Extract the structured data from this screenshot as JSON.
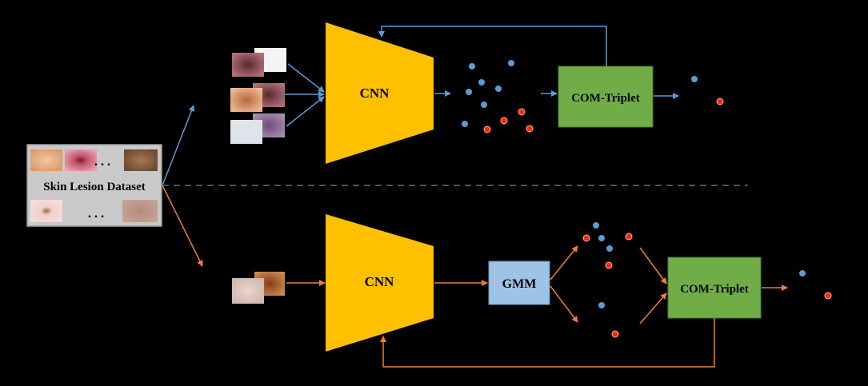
{
  "dataset": {
    "title": "Skin Lesion Dataset",
    "ellipsis_top": ". . .",
    "ellipsis_bottom": ". . ."
  },
  "top_branch": {
    "cnn_label": "CNN",
    "loss_label": "COM-Triplet"
  },
  "bottom_branch": {
    "cnn_label": "CNN",
    "cluster_label": "GMM",
    "loss_label": "COM-Triplet"
  },
  "colors": {
    "background": "#000000",
    "cnn": "#FFC000",
    "loss_box": "#70AD47",
    "gmm_box": "#9DC3E6",
    "top_arrow": "#5B9BD5",
    "bottom_arrow": "#ED7D31",
    "dot_blue": "#5B9BD5",
    "dot_red": "#FF2A00",
    "divider": "#44546A"
  }
}
